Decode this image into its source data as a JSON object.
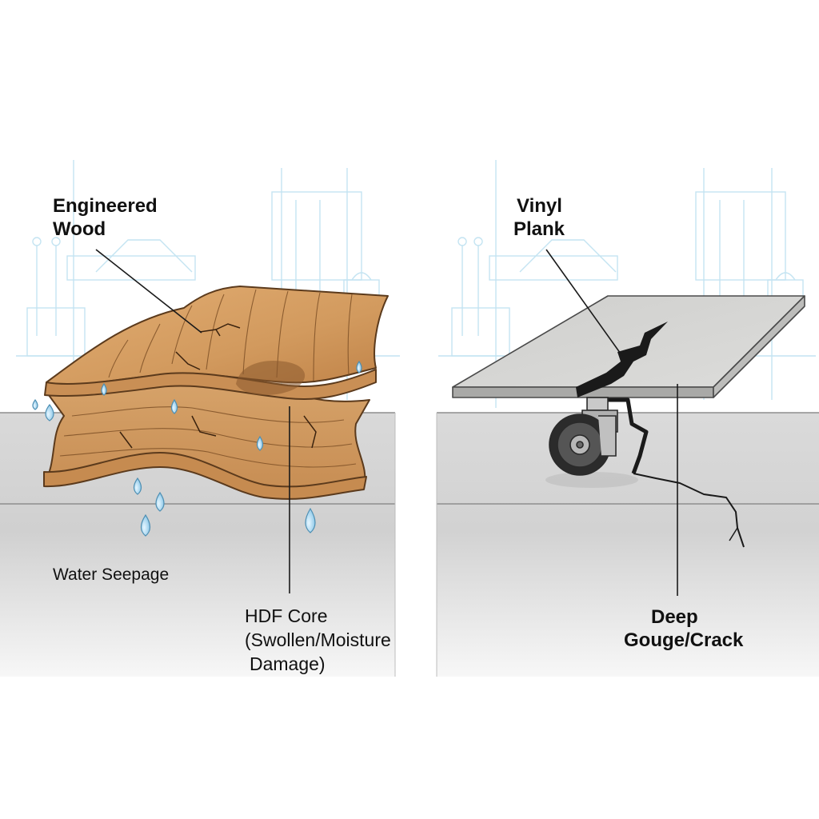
{
  "labels": {
    "engineered_wood": [
      "Engineered",
      "Wood"
    ],
    "water_seepage": "Water Seepage",
    "hdf_core": [
      "HDF Core",
      "(Swollen/Moisture",
      "Damage)"
    ],
    "vinyl_plank": [
      "Vinyl",
      "Plank"
    ],
    "deep_gouge": [
      "Deep",
      "Gouge/Crack"
    ]
  },
  "colors": {
    "wood_light": "#d9a36a",
    "wood_mid": "#c4884e",
    "wood_dark": "#8a5a2e",
    "water_drop": "#9fd3ee",
    "vinyl_top": "#d2d2d0",
    "vinyl_edge": "#a8a8a6",
    "floor": "#d6d6d6",
    "blueprint": "#bfe3f2",
    "ink": "#1a1a1a"
  }
}
